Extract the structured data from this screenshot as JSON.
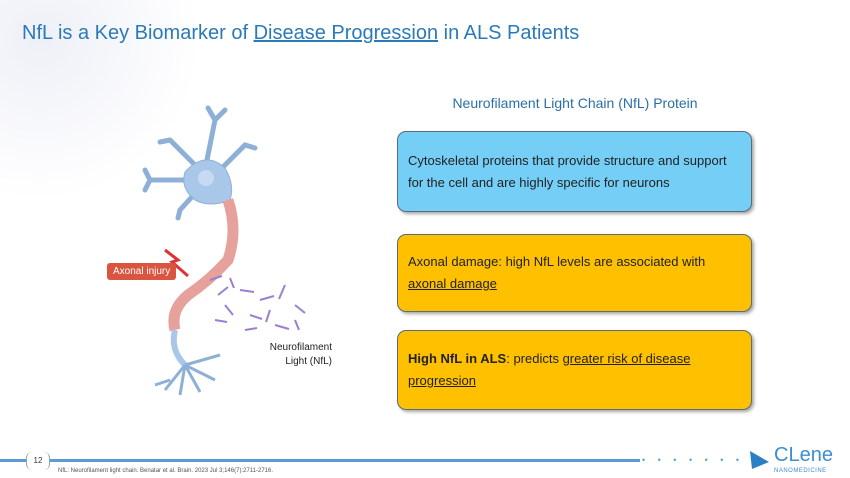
{
  "title": {
    "prefix": "NfL is a Key Biomarker of ",
    "link": "Disease Progression",
    "suffix": " in ALS Patients"
  },
  "subtitle": "Neurofilament Light Chain (NfL) Protein",
  "boxes": [
    {
      "text": "Cytoskeletal proteins that provide structure and support for the cell and are highly specific for neurons",
      "color": "#74cef6"
    },
    {
      "text": "Axonal damage: high NfL levels are  associated with ",
      "link": "axonal damage",
      "color": "#ffc000"
    },
    {
      "bold": "High NfL in ALS",
      "text": ": predicts ",
      "link": "greater risk of disease progression",
      "color": "#ffc000"
    }
  ],
  "diagram": {
    "injury_label": "Axonal injury",
    "nfl_label_line1": "Neurofilament",
    "nfl_label_line2": "Light (NfL)"
  },
  "footer": {
    "page_number": "12",
    "citation": "NfL: Neurofilament light chain. Benatar et al. Brain. 2023 Jul 3;146(7):2711-2716.",
    "logo_word": "CLene",
    "logo_sub": "NANOMEDICINE"
  }
}
